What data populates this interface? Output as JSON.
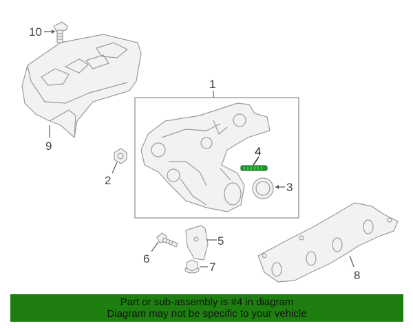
{
  "labels": {
    "p1": "1",
    "p2": "2",
    "p3": "3",
    "p4": "4",
    "p5": "5",
    "p6": "6",
    "p7": "7",
    "p8": "8",
    "p9": "9",
    "p10": "10"
  },
  "highlight_part": "4",
  "colors": {
    "banner_bg": "#1e7f10",
    "part_stroke": "#9a9a9a",
    "highlight": "#1a9a2a"
  },
  "banner": {
    "line1": "Part or sub-assembly is #4 in diagram",
    "line2": "Diagram may not be specific to your vehicle"
  }
}
